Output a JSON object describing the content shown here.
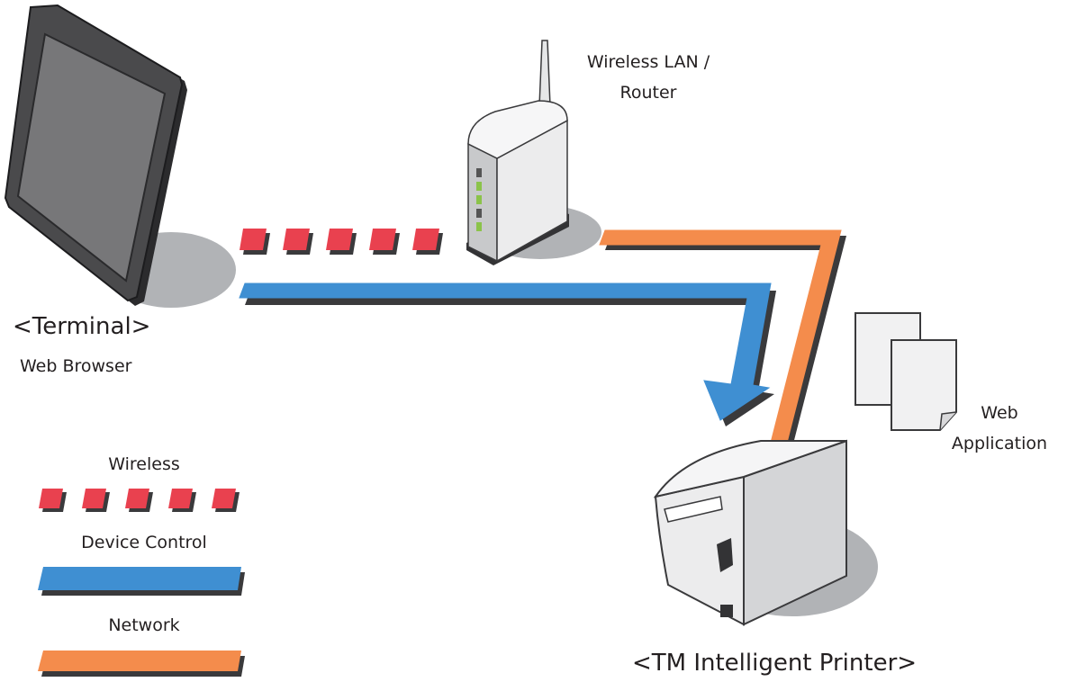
{
  "terminal": {
    "title": "<Terminal>",
    "subtitle": "Web Browser"
  },
  "router": {
    "line1": "Wireless LAN /",
    "line2": "Router"
  },
  "web_app": {
    "line1": "Web",
    "line2": "Application"
  },
  "printer": {
    "title": "<TM Intelligent Printer>"
  },
  "legend": {
    "items": [
      {
        "label": "Wireless",
        "color": "#e9414f"
      },
      {
        "label": "Device Control",
        "color": "#3f8fd2"
      },
      {
        "label": "Network",
        "color": "#f48c4c"
      }
    ]
  },
  "colors": {
    "wireless": "#e9414f",
    "device_control": "#3f8fd2",
    "network": "#f48c4c",
    "shadow": "#b1b3b6",
    "outline": "#3a3a3c"
  },
  "icons": [
    "tablet-icon",
    "router-icon",
    "document-icon",
    "printer-icon"
  ]
}
